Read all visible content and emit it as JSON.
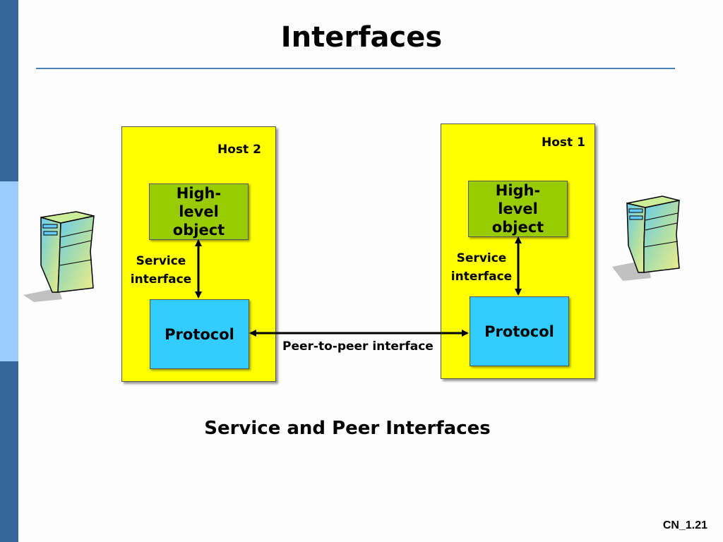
{
  "slide": {
    "title": "Interfaces",
    "caption": "Service and Peer Interfaces",
    "slide_number": "CN_1.21"
  },
  "diagram": {
    "host_left": {
      "label": "Host 2",
      "high_level_object": "High-level object",
      "service_interface": [
        "Service",
        "interface"
      ],
      "protocol": "Protocol"
    },
    "host_right": {
      "label": "Host 1",
      "high_level_object": "High-level object",
      "service_interface": [
        "Service",
        "interface"
      ],
      "protocol": "Protocol"
    },
    "peer_link_label": "Peer-to-peer interface"
  },
  "icons": [
    "server-tower-icon",
    "server-tower-icon"
  ],
  "colors": {
    "sidebar_dark": "#336699",
    "sidebar_light": "#99ccff",
    "host_fill": "#ffff00",
    "object_fill": "#99cc00",
    "protocol_fill": "#33ccff"
  }
}
